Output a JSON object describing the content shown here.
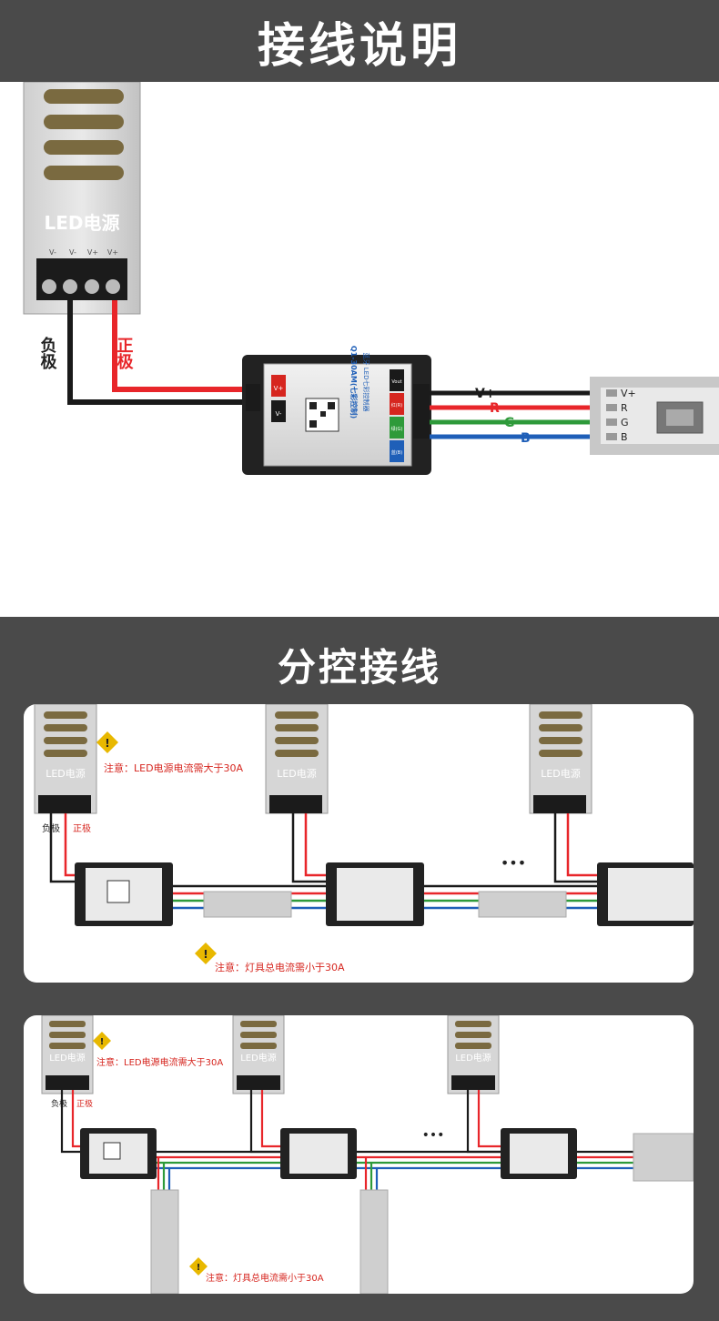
{
  "section1": {
    "title": "接线说明",
    "psu_label": "LED电源",
    "neg_label": "负极",
    "pos_label": "正极",
    "terminal_labels": [
      "V-",
      "V-",
      "V+",
      "V+"
    ],
    "controller_title": "Q1-30AM(七彩控制)",
    "controller_brand": "蓝牙 LED七彩控制器",
    "controller_in_label": "V+",
    "controller_in_label2": "V-",
    "controller_out_labels": [
      "Vout",
      "红(R)",
      "绿(G)",
      "蓝(B)"
    ],
    "wire_labels": [
      "V+",
      "R",
      "G",
      "B"
    ],
    "strip_labels": [
      "V+",
      "R",
      "G",
      "B"
    ]
  },
  "section2": {
    "title": "分控接线",
    "card1": {
      "psu_label": "LED电源",
      "warn_top": "注意：LED电源电流需大于30A",
      "warn_bottom": "注意：灯具总电流需小于30A",
      "neg_label": "负极",
      "pos_label": "正极",
      "ellipsis": "•••"
    },
    "card2": {
      "psu_label": "LED电源",
      "warn_top": "注意：LED电源电流需大于30A",
      "warn_bottom": "注意：灯具总电流需小于30A",
      "neg_label": "负极",
      "pos_label": "正极",
      "ellipsis": "•••"
    }
  },
  "colors": {
    "bg_dark": "#4a4a4a",
    "wire_red": "#e8262a",
    "wire_green": "#2e9a3a",
    "wire_blue": "#1f5fb8",
    "wire_black": "#1a1a1a",
    "warn_text": "#d6261f",
    "warn_yellow": "#e8b800"
  }
}
